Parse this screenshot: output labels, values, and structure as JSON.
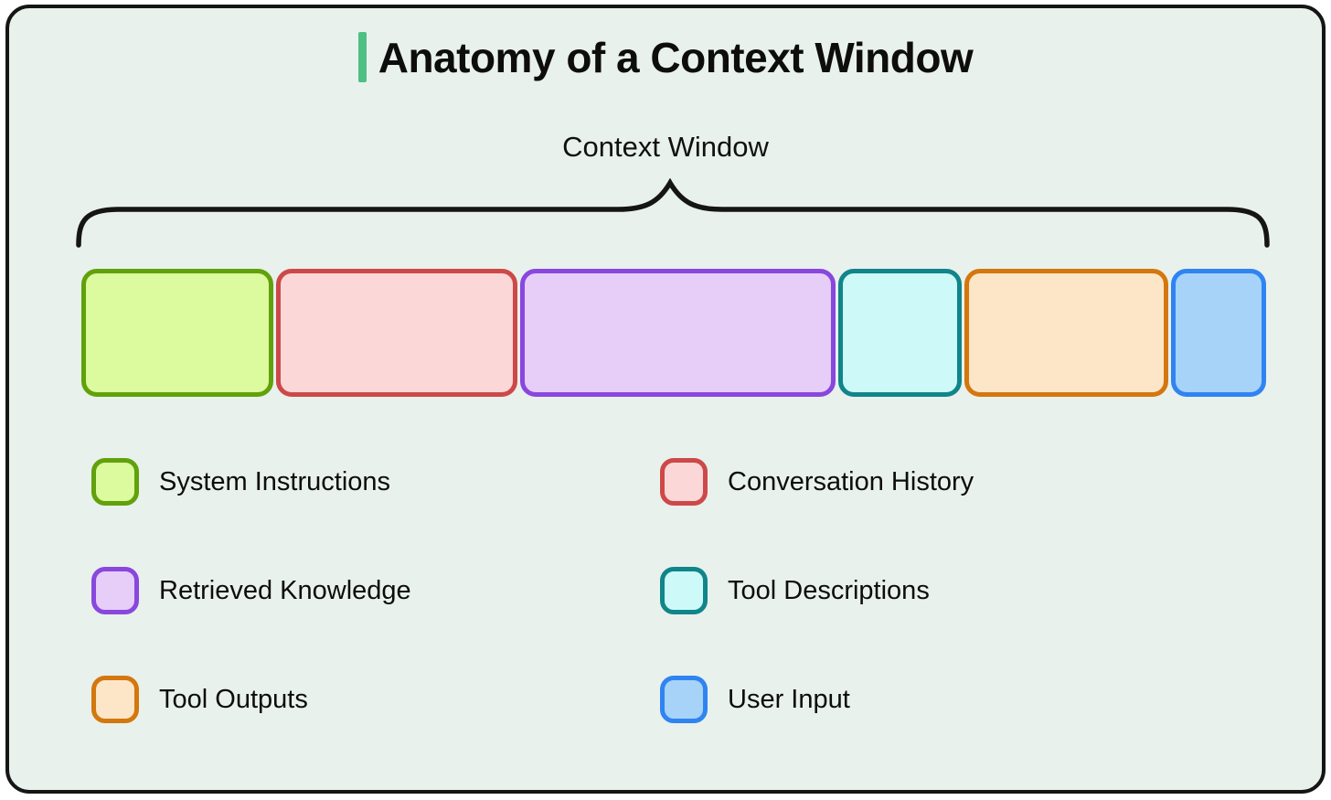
{
  "title": {
    "text": "Anatomy of a Context Window",
    "accent_color": "#4ec083"
  },
  "context_window_label": "Context Window",
  "brace_color": "#151515",
  "background_color": "#e9f1ec",
  "blocks": [
    {
      "id": "system-instructions",
      "label": "System Instructions",
      "fill": "#dcfa9e",
      "border": "#61a10b",
      "width_pct": 16.2
    },
    {
      "id": "conversation-history",
      "label": "Conversation History",
      "fill": "#fcd7d7",
      "border": "#cd4949",
      "width_pct": 20.6
    },
    {
      "id": "retrieved-knowledge",
      "label": "Retrieved Knowledge",
      "fill": "#e6cef9",
      "border": "#8947de",
      "width_pct": 27.2
    },
    {
      "id": "tool-descriptions",
      "label": "Tool Descriptions",
      "fill": "#cdfaf8",
      "border": "#10858a",
      "width_pct": 10.1
    },
    {
      "id": "tool-outputs",
      "label": "Tool Outputs",
      "fill": "#fde6c8",
      "border": "#d3770e",
      "width_pct": 17.3
    },
    {
      "id": "user-input",
      "label": "User Input",
      "fill": "#a7d3f9",
      "border": "#2f84f1",
      "width_pct": 7.6
    }
  ],
  "legend_order": [
    "system-instructions",
    "conversation-history",
    "retrieved-knowledge",
    "tool-descriptions",
    "tool-outputs",
    "user-input"
  ]
}
